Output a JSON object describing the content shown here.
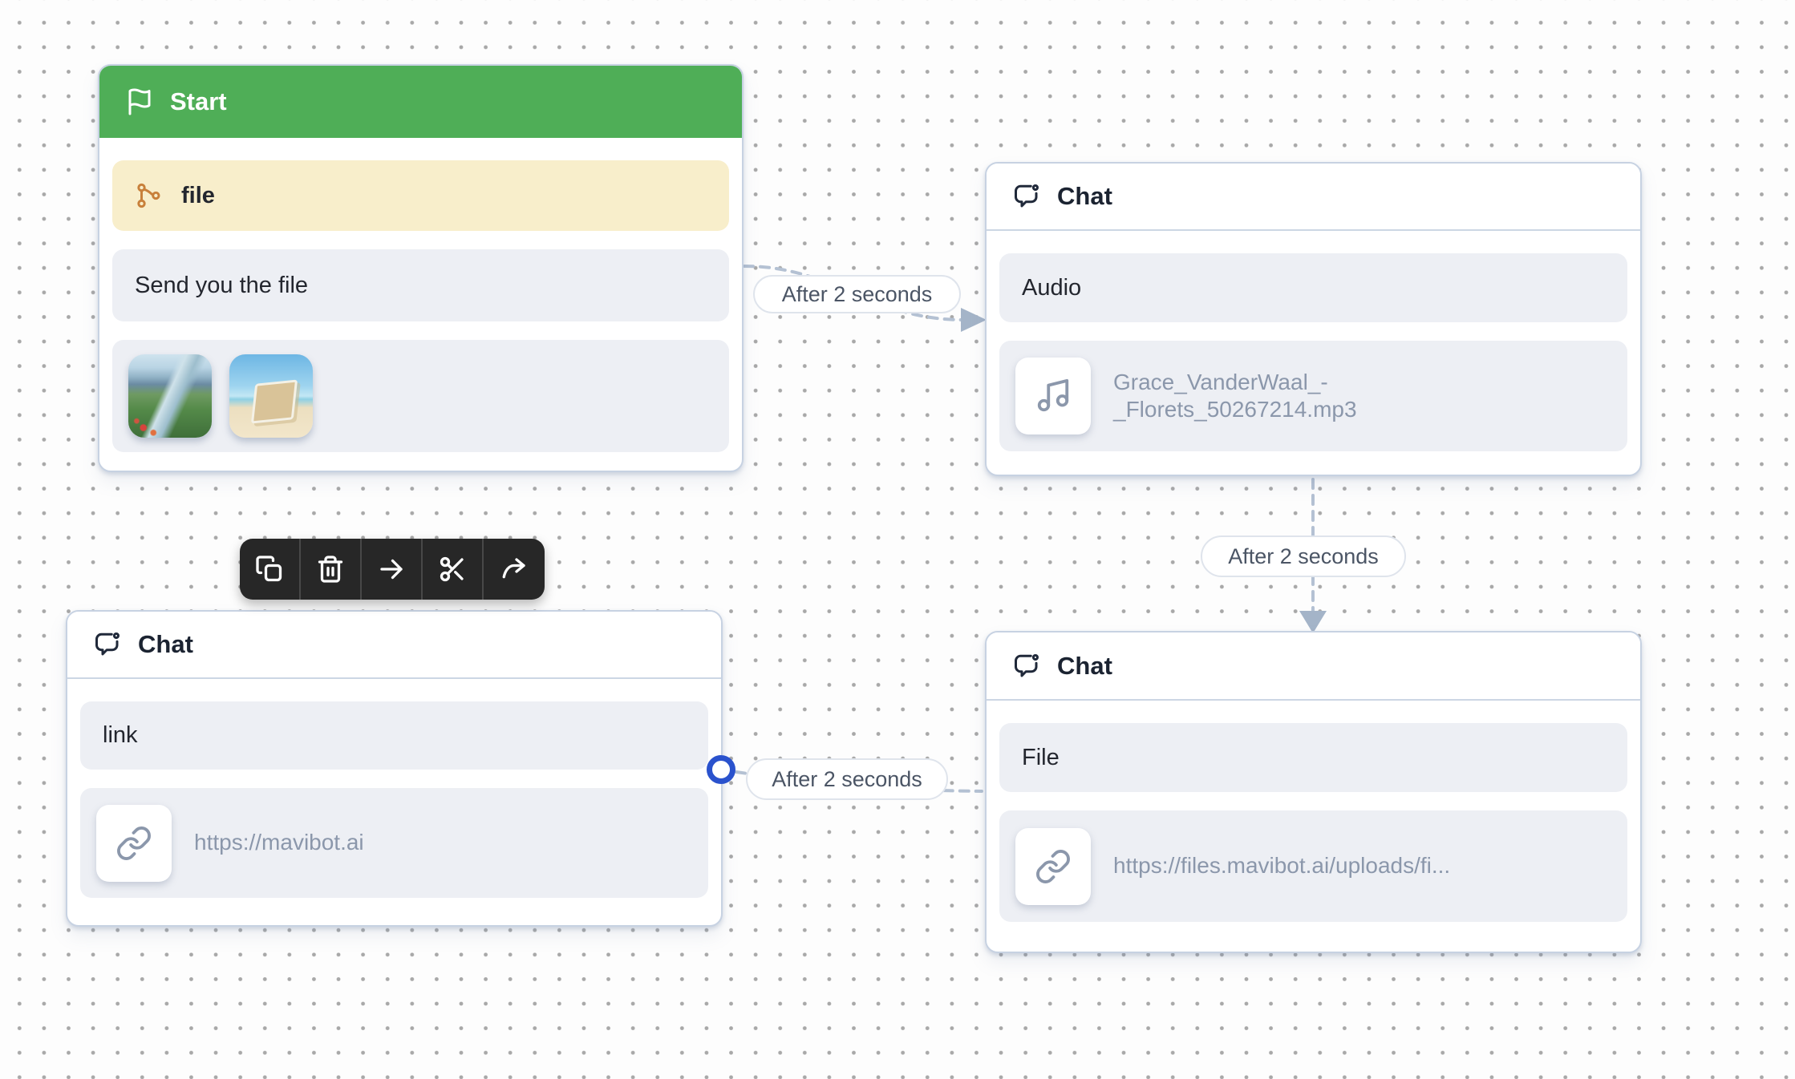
{
  "colors": {
    "start_header_green": "#4fae57",
    "trigger_row_cream": "#f8eecb",
    "row_gray": "#edeff4",
    "node_border": "#c7d2e2",
    "muted_text": "#8b97ab",
    "handle_blue": "#2a52cd",
    "toolbar_dark": "#272727",
    "branch_icon_orange": "#c8803b"
  },
  "toolbar": {
    "buttons": [
      {
        "name": "copy"
      },
      {
        "name": "delete"
      },
      {
        "name": "move"
      },
      {
        "name": "cut"
      },
      {
        "name": "share"
      }
    ]
  },
  "nodes": {
    "start": {
      "title": "Start",
      "trigger_label": "file",
      "message_text": "Send you the file",
      "attachments": [
        {
          "name": "mountain-stream-photo"
        },
        {
          "name": "beach-chair-photo"
        }
      ]
    },
    "chat_audio": {
      "title": "Chat",
      "type_label": "Audio",
      "file_name_line1": "Grace_VanderWaal_-",
      "file_name_line2": "_Florets_50267214.mp3"
    },
    "chat_link": {
      "title": "Chat",
      "type_label": "link",
      "url": "https://mavibot.ai"
    },
    "chat_file": {
      "title": "Chat",
      "type_label": "File",
      "url": "https://files.mavibot.ai/uploads/fi..."
    }
  },
  "edges": {
    "start_to_audio_label": "After 2 seconds",
    "audio_to_file_label": "After 2 seconds",
    "link_to_file_label": "After 2 seconds"
  }
}
